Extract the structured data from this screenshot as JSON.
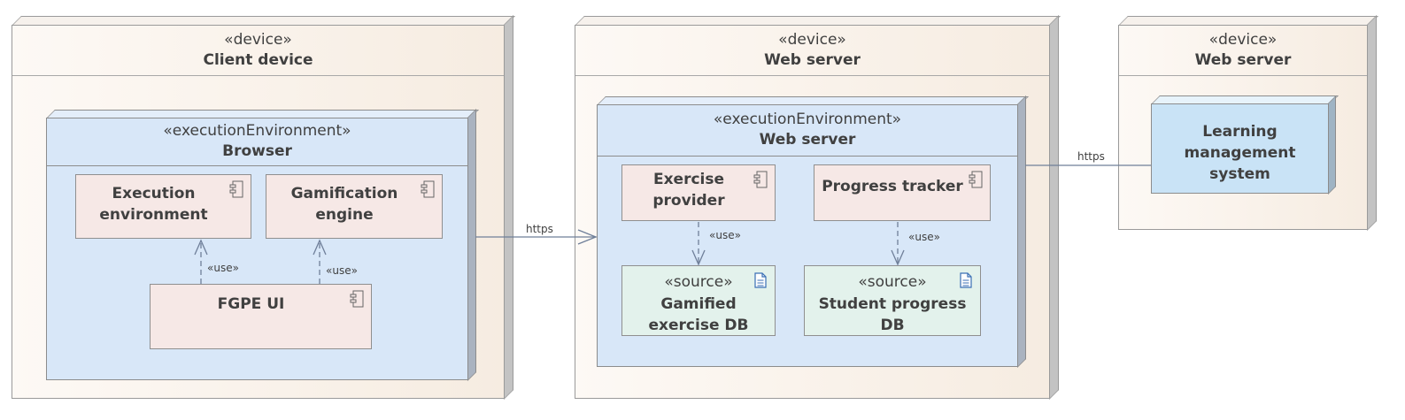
{
  "nodes": {
    "client": {
      "stereotype": "«device»",
      "name": "Client device"
    },
    "web": {
      "stereotype": "«device»",
      "name": "Web server"
    },
    "lmsHost": {
      "stereotype": "«device»",
      "name": "Web server"
    }
  },
  "environments": {
    "browser": {
      "stereotype": "«executionEnvironment»",
      "name": "Browser"
    },
    "webEnv": {
      "stereotype": "«executionEnvironment»",
      "name": "Web server"
    }
  },
  "components": {
    "execution_line1": "Execution",
    "execution_line2": "environment",
    "gamification_line1": "Gamification",
    "gamification_line2": "engine",
    "fgpe_ui": "FGPE UI",
    "exercise_line1": "Exercise",
    "exercise_line2": "provider",
    "progress": "Progress tracker",
    "lms_line1": "Learning",
    "lms_line2": "management system"
  },
  "sources": {
    "gamified": {
      "stereotype": "«source»",
      "line1": "Gamified",
      "line2": "exercise DB"
    },
    "student": {
      "stereotype": "«source»",
      "line1": "Student progress",
      "line2": "DB"
    }
  },
  "links": {
    "use1": "«use»",
    "use2": "«use»",
    "use3": "«use»",
    "use4": "«use»",
    "https1": "https",
    "https2": "https"
  },
  "colors": {
    "line": "#6f7f99",
    "device": "#f6ece1",
    "environment": "#d8e7f8",
    "component": "#f6e8e6",
    "source": "#e3f2ec",
    "lms": "#c9e3f6"
  }
}
